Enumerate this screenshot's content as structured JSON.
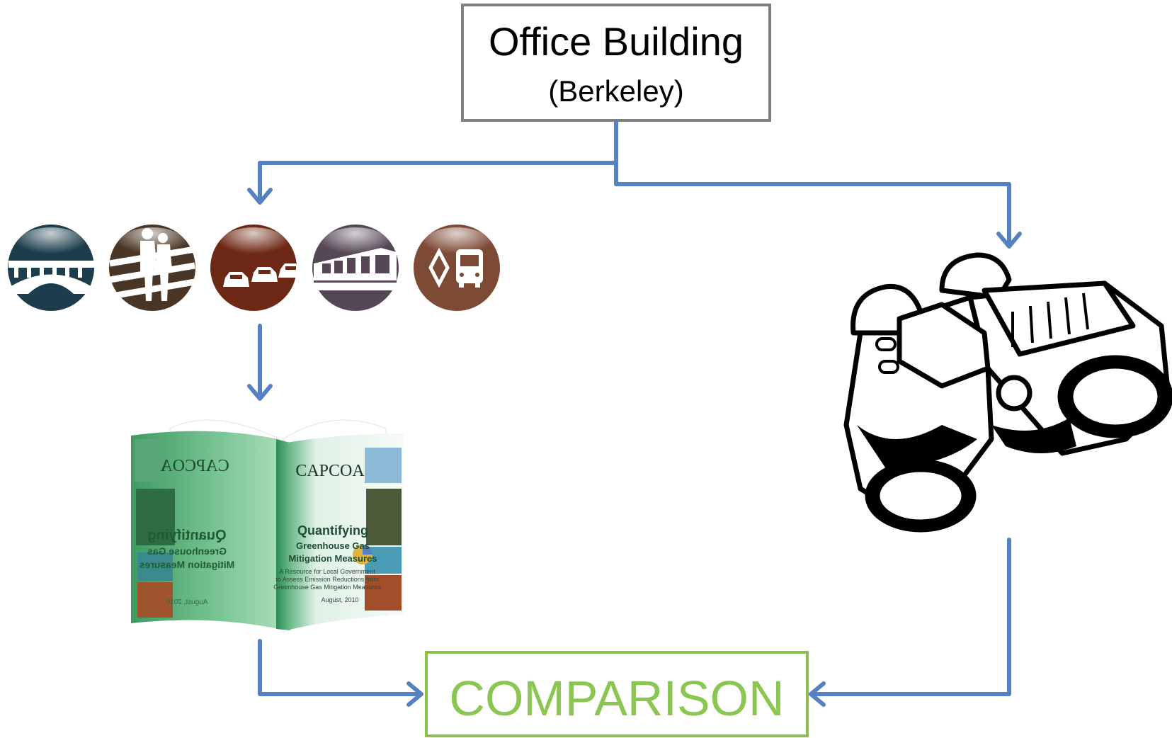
{
  "office_box": {
    "title": "Office Building",
    "subtitle": "(Berkeley)"
  },
  "comparison_box": {
    "label": "COMPARISON"
  },
  "book": {
    "org_left": "CAPCOA",
    "org_right": "CAPCOA",
    "title_line1": "Quantifying",
    "title_line2": "Greenhouse Gas",
    "title_line3": "Mitigation Measures",
    "mirror_line1": "Quantifying",
    "mirror_line2": "Greenhouse Gas",
    "mirror_line3": "Mitigation Measures",
    "desc_line1": "A Resource for Local Government",
    "desc_line2": "to Assess Emission Reductions from",
    "desc_line3": "Greenhouse Gas Mitigation Measures",
    "date": "August, 2010",
    "mirror_date": "August, 2010"
  },
  "icons": [
    {
      "name": "bridge-icon",
      "color": "#1d3d4c"
    },
    {
      "name": "pedestrians-icon",
      "color": "#4a3626"
    },
    {
      "name": "cars-icon",
      "color": "#6e2816"
    },
    {
      "name": "train-icon",
      "color": "#554756"
    },
    {
      "name": "hov-bus-icon",
      "color": "#7d4a35"
    }
  ],
  "colors": {
    "arrow": "#5580c2",
    "office_border": "#7f7f7f",
    "comparison_border": "#8cbd4e",
    "comparison_text": "#8cc652"
  }
}
